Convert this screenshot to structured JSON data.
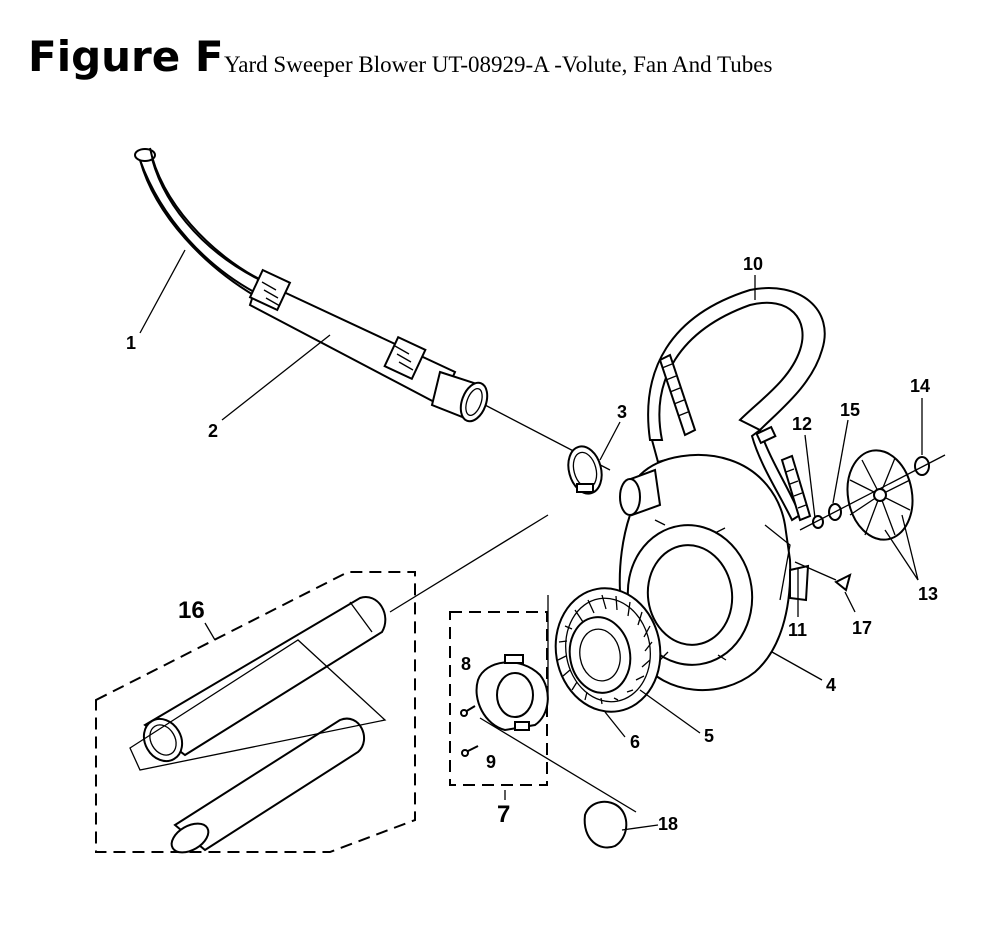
{
  "figure": {
    "label": "Figure F",
    "title": "Yard Sweeper Blower UT-08929-A -Volute, Fan And Tubes"
  },
  "callouts": {
    "c1": "1",
    "c2": "2",
    "c3": "3",
    "c4": "4",
    "c5": "5",
    "c6": "6",
    "c7": "7",
    "c8": "8",
    "c9": "9",
    "c10": "10",
    "c11": "11",
    "c12": "12",
    "c13": "13",
    "c14": "14",
    "c15": "15",
    "c16": "16",
    "c17": "17",
    "c18": "18"
  }
}
